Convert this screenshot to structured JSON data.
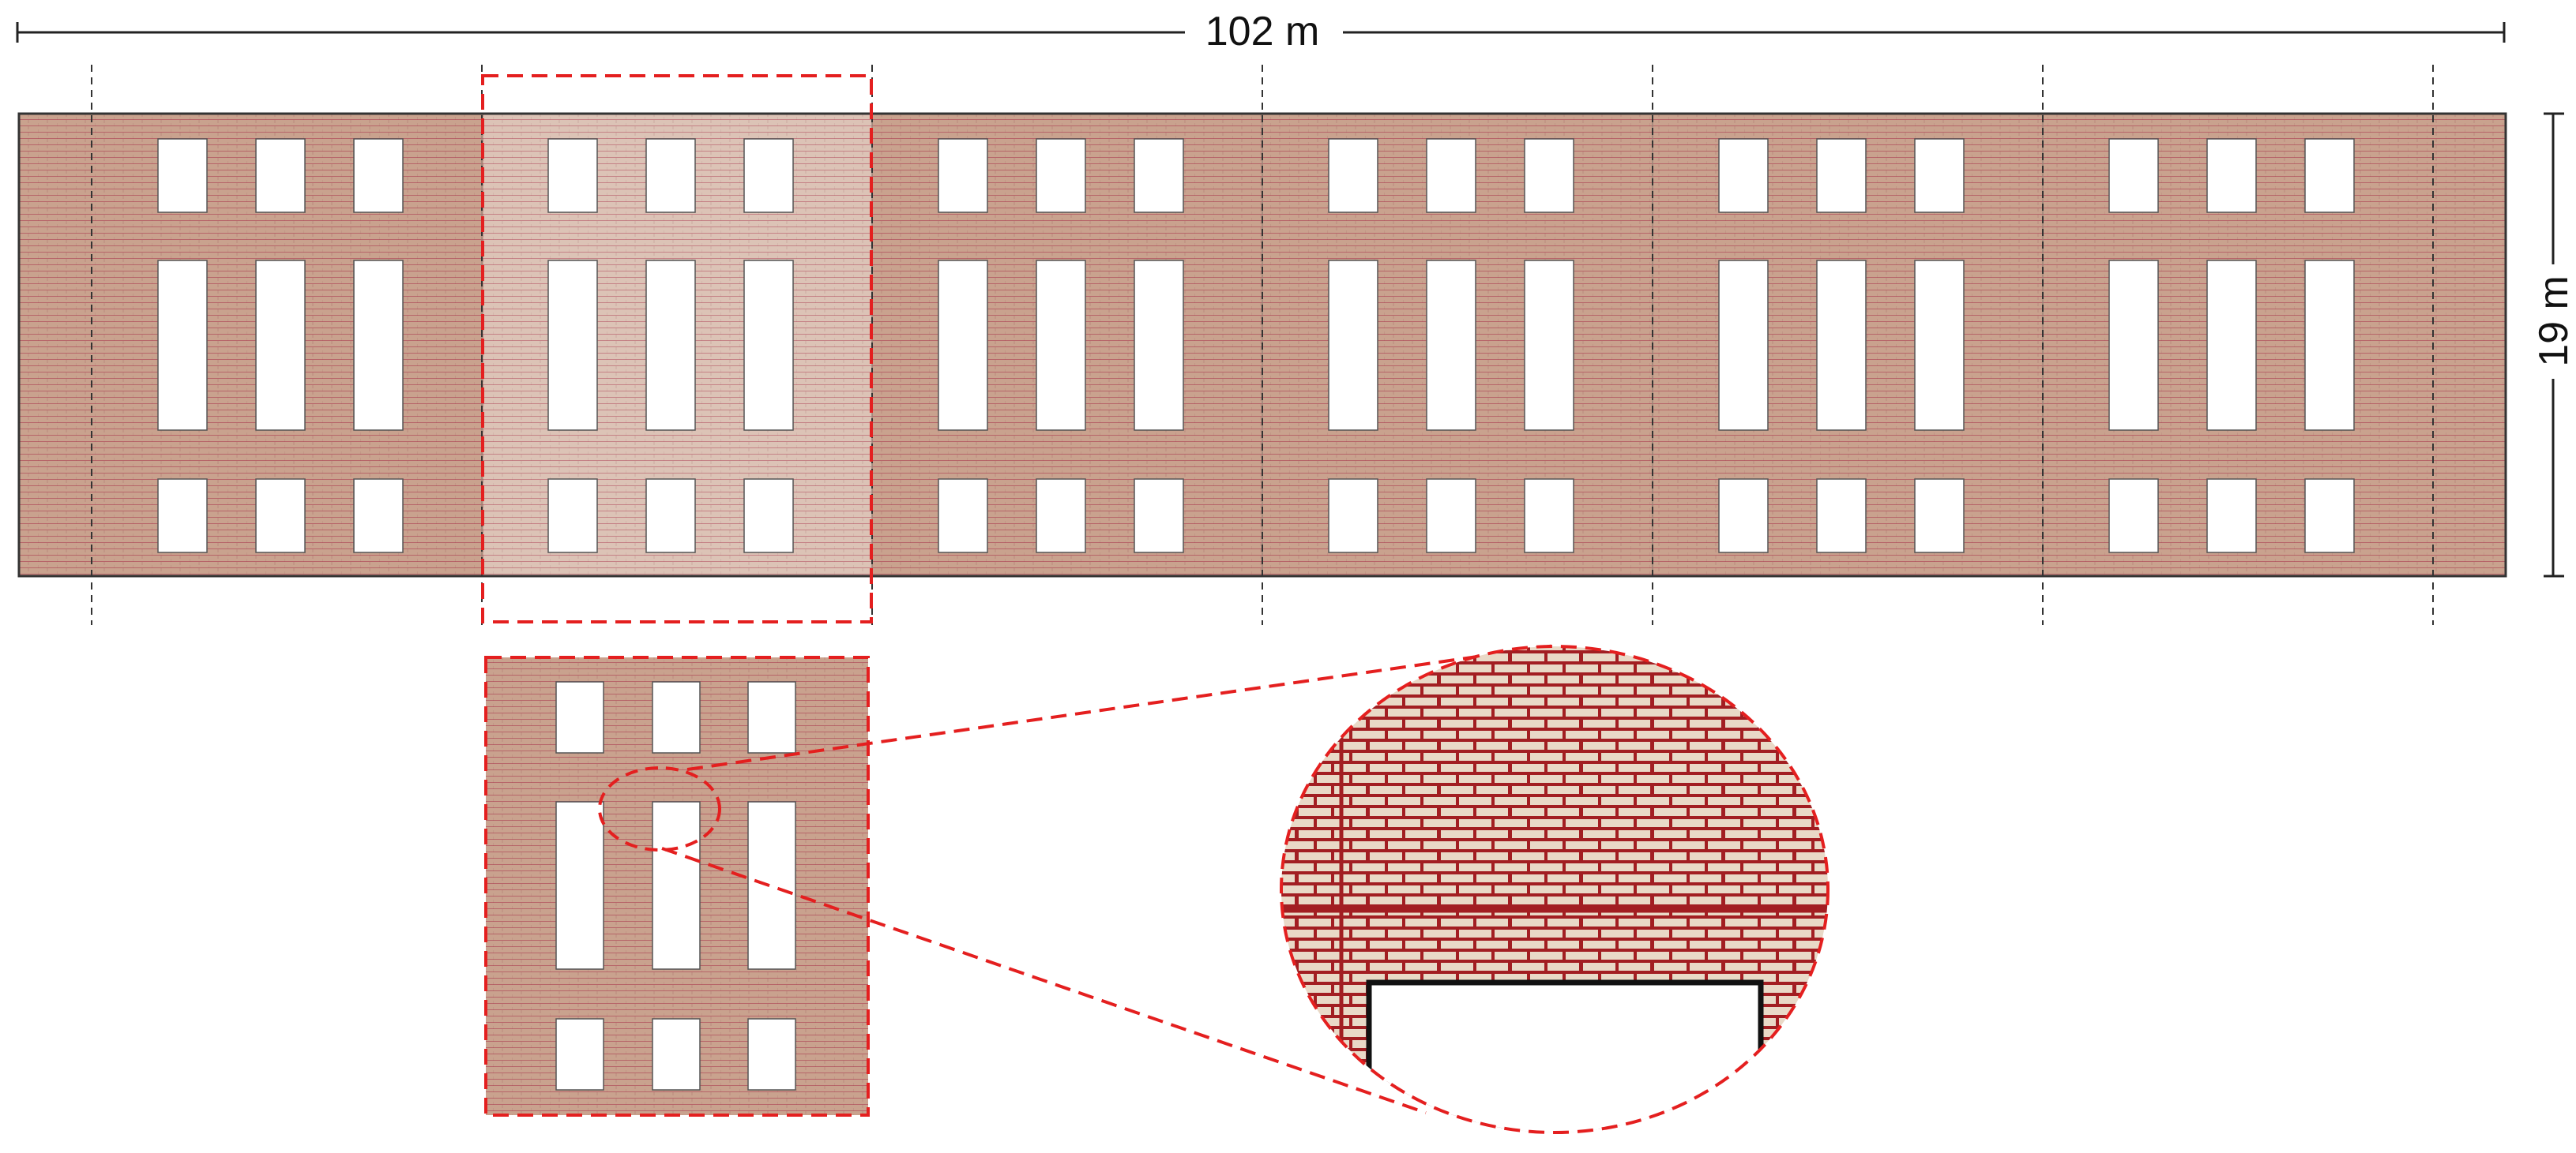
{
  "dimensions": {
    "length_label": "102 m",
    "height_label": "19 m"
  },
  "wall": {
    "bay_count": 6,
    "windows_per_row": 3,
    "window_rows": [
      "small",
      "tall",
      "small"
    ],
    "highlighted_bay_index": 1
  },
  "colors": {
    "brick": "#c9a28e",
    "brick_highlight": "#dcc3b6",
    "mortar": "#a8324a",
    "zoom_mortar": "#a21e22",
    "zoom_brick": "#e9d9c7",
    "highlight_dash": "#e41f1f",
    "outline": "#333333",
    "dimension_line": "#222222"
  }
}
